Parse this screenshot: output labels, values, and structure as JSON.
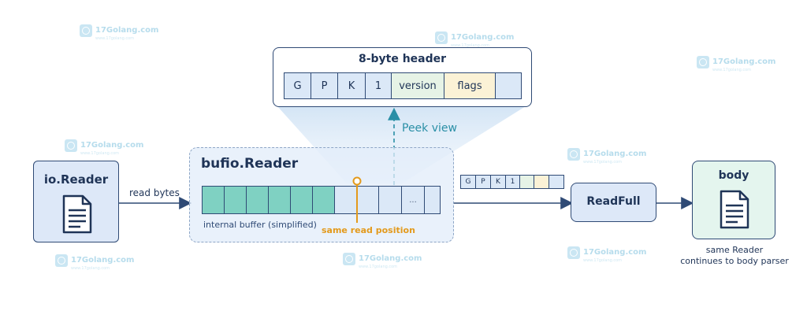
{
  "colors": {
    "navy": "#2f4a75",
    "teal_fill": "#7fd1c2",
    "green_fill": "#e6f3e6",
    "yellow_fill": "#fbf2d6",
    "blue_fill": "#dbe8f7",
    "accent_orange": "#e39a1c",
    "peek_teal": "#2a8fa6",
    "body_fill": "#e4f5ee"
  },
  "watermark": {
    "text": "17Golang.com",
    "sub": "www.17golang.com"
  },
  "io_reader": {
    "title": "io.Reader",
    "icon": "document-icon"
  },
  "read_bytes_label": "read bytes",
  "bufio": {
    "title": "bufio.Reader",
    "buffer_caption": "internal buffer (simplified)",
    "ellipsis": "...",
    "position_label": "same read position"
  },
  "peek_label": "Peek view",
  "header": {
    "title": "8-byte header",
    "cells": [
      "G",
      "P",
      "K",
      "1",
      "version",
      "flags",
      ""
    ]
  },
  "mini_cells": [
    "G",
    "P",
    "K",
    "1",
    "",
    "",
    ""
  ],
  "readfull": {
    "label": "ReadFull"
  },
  "body": {
    "title": "body",
    "icon": "document-icon",
    "caption_line1": "same Reader",
    "caption_line2": "continues to body parser"
  }
}
